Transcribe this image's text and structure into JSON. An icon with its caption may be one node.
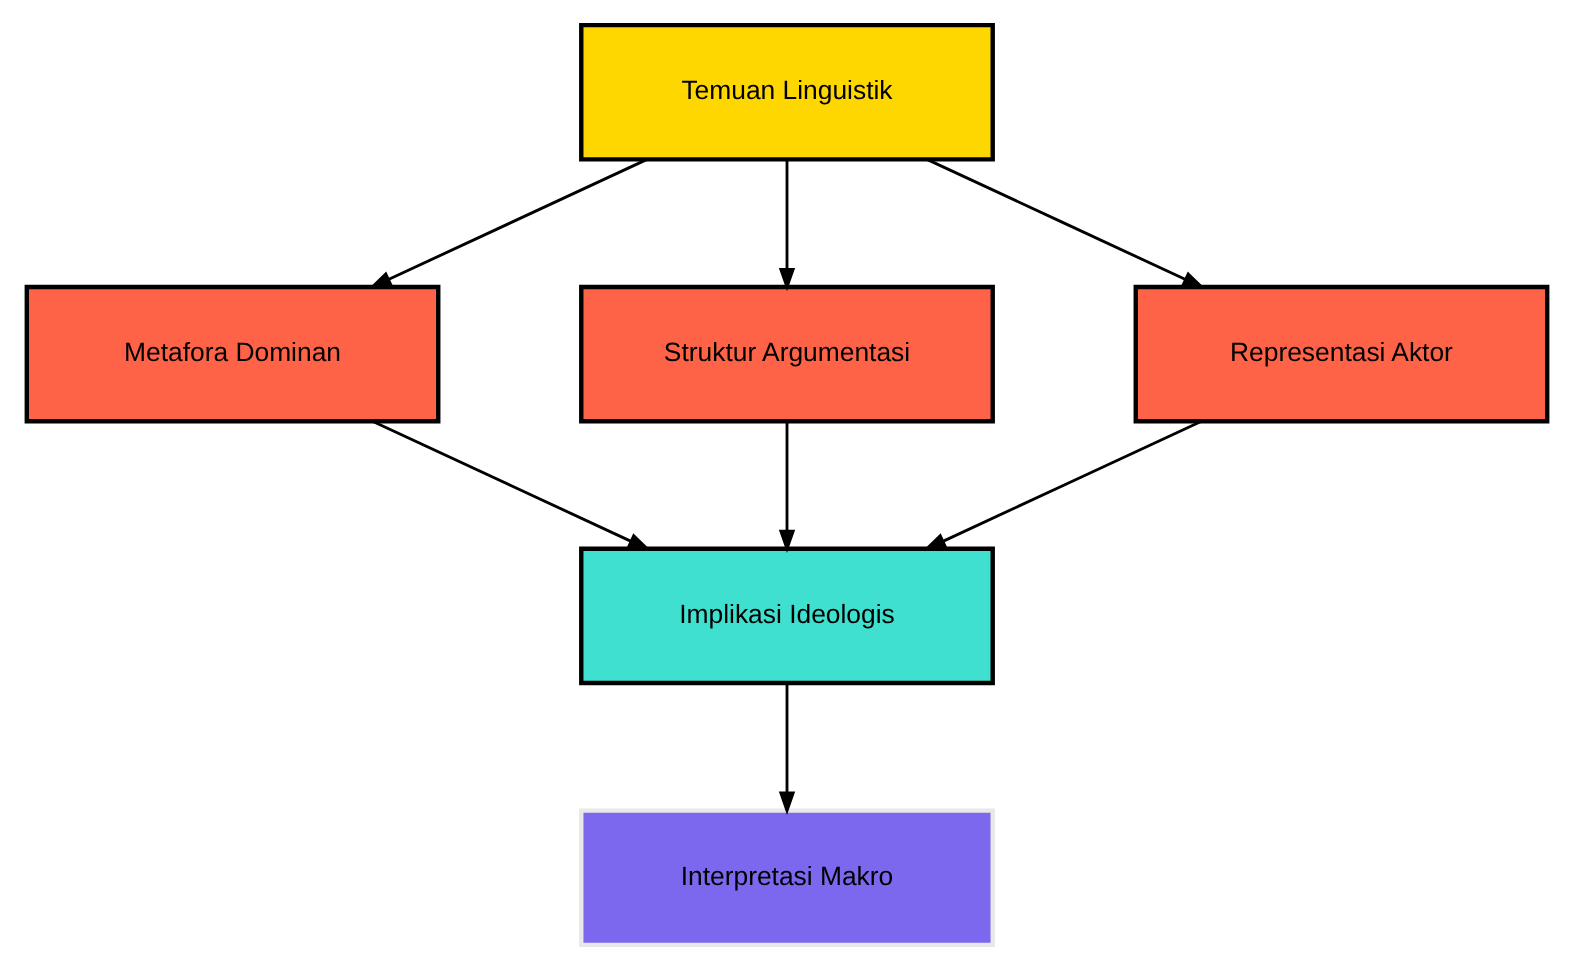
{
  "diagram": {
    "nodes": [
      {
        "text": [
          "Temuan Linguistik"
        ]
      },
      {
        "text": [
          "Metafora Dominan"
        ]
      },
      {
        "text": [
          "Struktur Argumentasi"
        ]
      },
      {
        "text": [
          "Representasi Aktor"
        ]
      },
      {
        "text": [
          "Implikasi Ideologis"
        ]
      },
      {
        "text": [
          "Interpretasi Makro"
        ]
      }
    ],
    "edges": [
      {
        "from": 0,
        "to": 1,
        "arrow": "to"
      },
      {
        "from": 0,
        "to": 2,
        "arrow": "to"
      },
      {
        "from": 0,
        "to": 3,
        "arrow": "to"
      },
      {
        "from": 1,
        "to": 4,
        "arrow": "to"
      },
      {
        "from": 2,
        "to": 4,
        "arrow": "to"
      },
      {
        "from": 3,
        "to": 4,
        "arrow": "to"
      },
      {
        "from": 4,
        "to": 5,
        "arrow": "to"
      }
    ]
  }
}
